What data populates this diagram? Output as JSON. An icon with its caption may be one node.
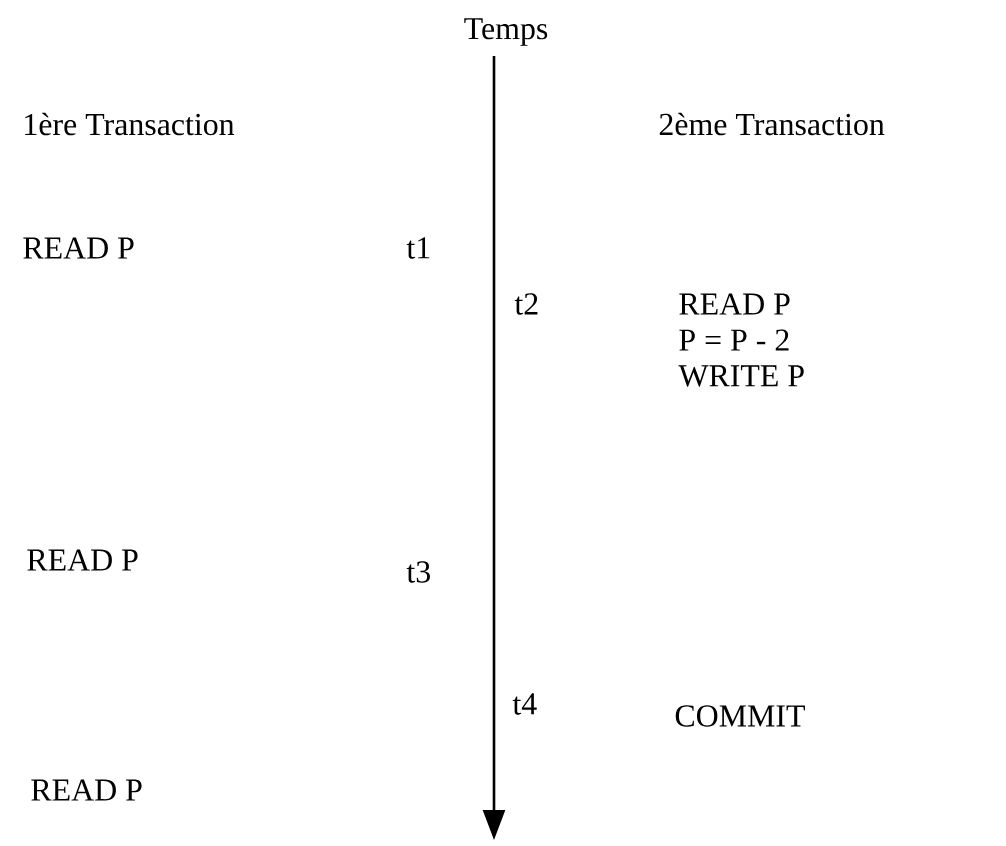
{
  "diagram": {
    "labels": [
      "Temps",
      "1ère Transaction",
      "2ème Transaction",
      "READ P",
      "t1",
      "t2",
      "READ P",
      "P = P - 2",
      "WRITE P",
      "READ P",
      "t3",
      "t4",
      "COMMIT",
      "READ P"
    ]
  }
}
